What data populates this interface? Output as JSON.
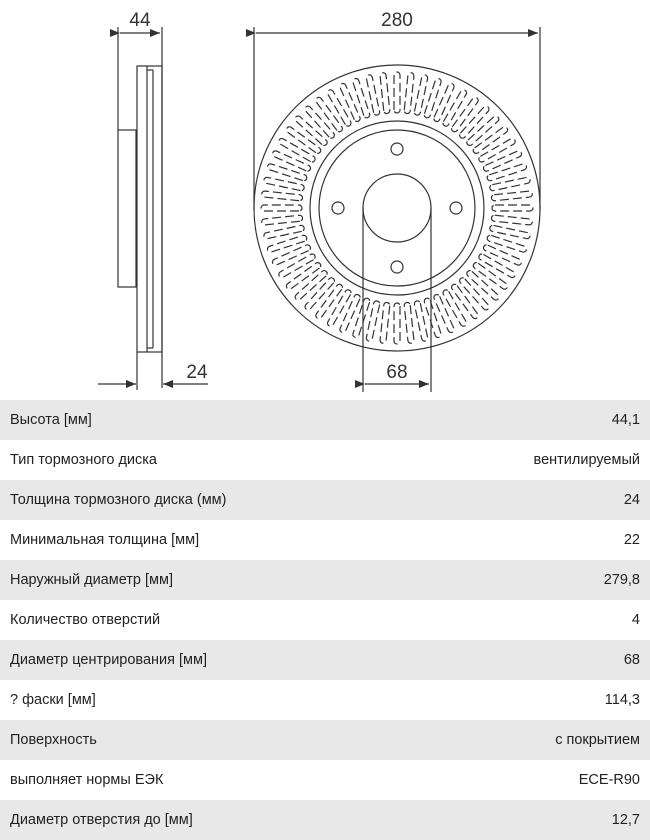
{
  "drawing": {
    "dim_height": "44",
    "dim_diameter": "280",
    "dim_center": "68",
    "dim_thickness": "24",
    "slot_count": 60,
    "bolt_holes": 4
  },
  "specs": [
    {
      "label": "Высота [мм]",
      "value": "44,1"
    },
    {
      "label": "Тип тормозного диска",
      "value": "вентилируемый"
    },
    {
      "label": "Толщина тормозного диска (мм)",
      "value": "24"
    },
    {
      "label": "Минимальная толщина [мм]",
      "value": "22"
    },
    {
      "label": "Наружный диаметр [мм]",
      "value": "279,8"
    },
    {
      "label": "Количество отверстий",
      "value": "4"
    },
    {
      "label": "Диаметр центрирования [мм]",
      "value": "68"
    },
    {
      "label": "? фаски [мм]",
      "value": "114,3"
    },
    {
      "label": "Поверхность",
      "value": "с покрытием"
    },
    {
      "label": "выполняет нормы ЕЭК",
      "value": "ECE-R90"
    },
    {
      "label": "Диаметр отверстия до [мм]",
      "value": "12,7"
    }
  ]
}
